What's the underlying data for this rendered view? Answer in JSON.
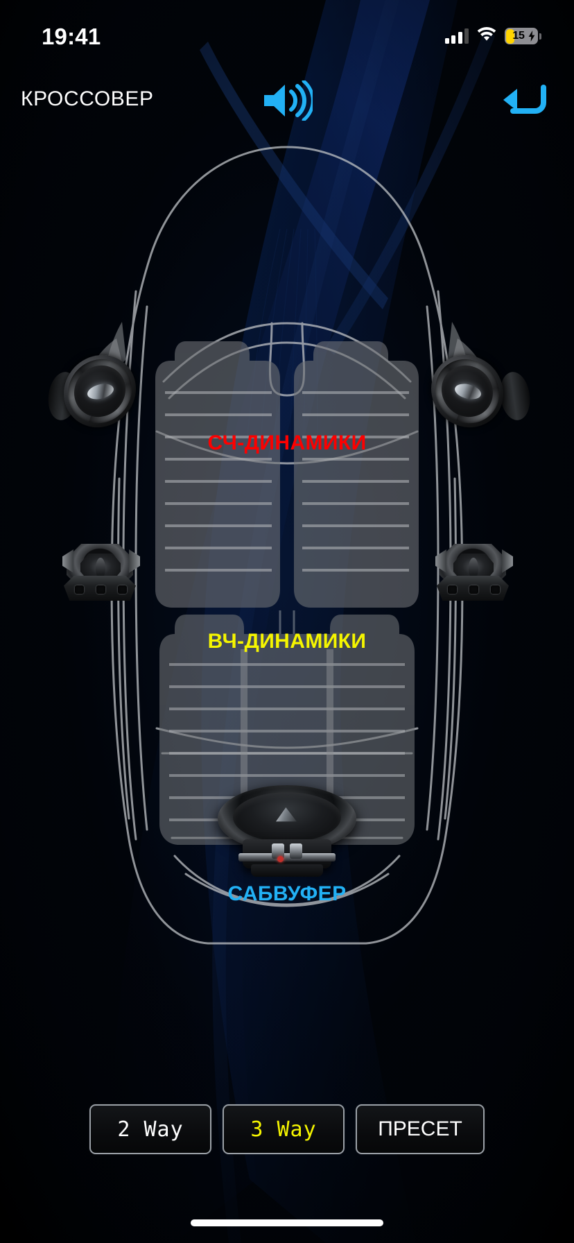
{
  "status_bar": {
    "time": "19:41",
    "cellular_icon": "signal-bars-icon",
    "wifi_icon": "wifi-icon",
    "battery_percent": "15",
    "battery_icon": "battery-charging-icon",
    "battery_fill_color": "#ffd400",
    "low_power_mode": true
  },
  "header": {
    "title": "КРОССОВЕР",
    "speaker_icon": "speaker-volume-icon",
    "back_icon": "back-arrow-icon",
    "accent_color": "#22b1f5"
  },
  "diagram": {
    "name": "car-top-view-speaker-layout",
    "labels": {
      "mid": "СЧ-ДИНАМИКИ",
      "tweeter": "ВЧ-ДИНАМИКИ",
      "subwoofer": "САБВУФЕР"
    },
    "label_colors": {
      "mid": "#fd0000",
      "tweeter": "#f5f500",
      "subwoofer": "#22b1f5"
    },
    "speakers": [
      {
        "name": "mid-speaker-front-left",
        "type": "midrange",
        "side": "left"
      },
      {
        "name": "mid-speaker-front-right",
        "type": "midrange",
        "side": "right"
      },
      {
        "name": "tweeter-left",
        "type": "tweeter",
        "side": "left"
      },
      {
        "name": "tweeter-right",
        "type": "tweeter",
        "side": "right"
      },
      {
        "name": "subwoofer-rear",
        "type": "subwoofer",
        "side": "rear"
      }
    ]
  },
  "mode_bar": {
    "buttons": [
      {
        "label": "2 Way",
        "active": false
      },
      {
        "label": "3 Way",
        "active": true
      },
      {
        "label": "ПРЕСЕТ",
        "active": false
      }
    ],
    "active_color": "#f5f500"
  },
  "home_indicator": "home-indicator"
}
